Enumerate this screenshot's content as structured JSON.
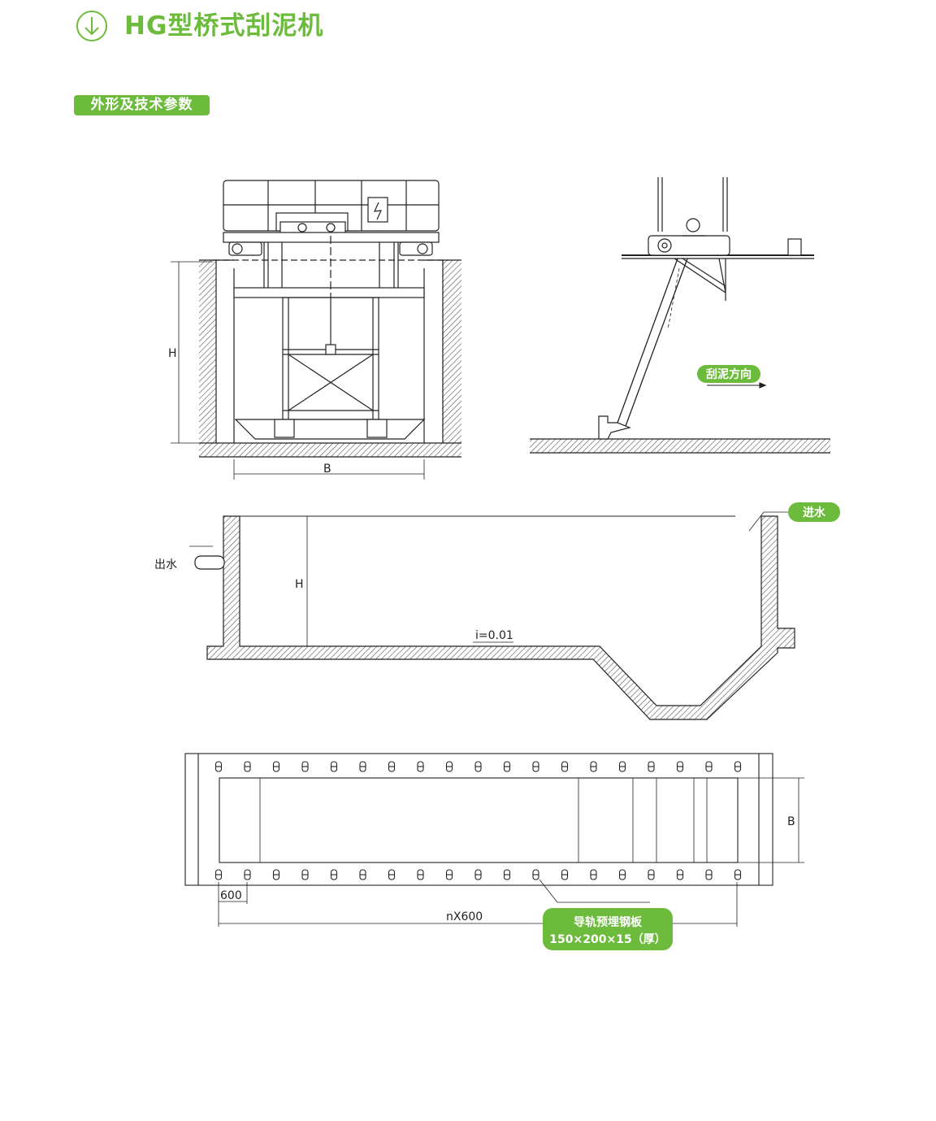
{
  "header": {
    "title": "HG型桥式刮泥机",
    "icon": "arrow-down-circle-icon",
    "section": "外形及技术参数"
  },
  "colors": {
    "accent": "#6dbb3c",
    "line": "#222222",
    "hatch": "#555555"
  },
  "drawing": {
    "front_view": {
      "height_label": "H",
      "width_label": "B"
    },
    "side_view": {
      "direction_label": "刮泥方向"
    },
    "section_view": {
      "inlet_label": "进水",
      "outlet_label": "出水",
      "height_label": "H",
      "slope_label": "i=0.01"
    },
    "plan_view": {
      "width_label": "B",
      "pitch_label": "600",
      "length_label": "nX600",
      "embed_plate_line1": "导轨预埋钢板",
      "embed_plate_line2": "150×200×15（厚）"
    }
  }
}
